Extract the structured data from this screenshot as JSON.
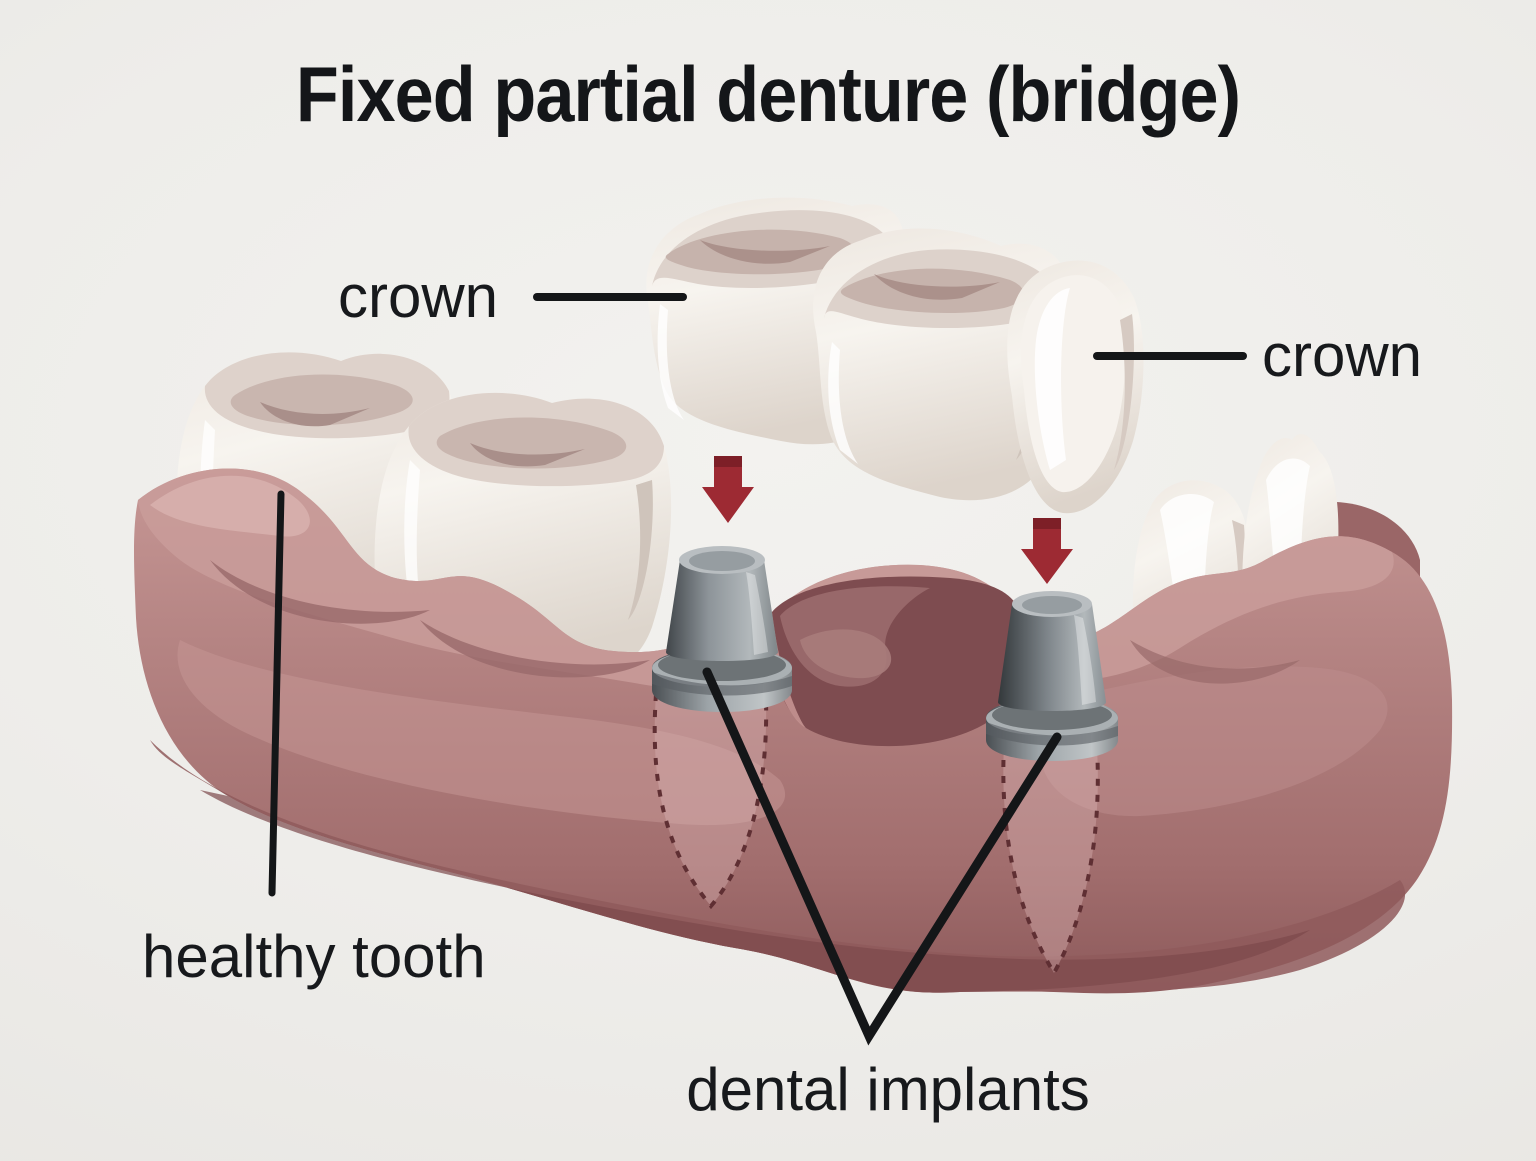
{
  "title": "Fixed partial denture (bridge)",
  "labels": {
    "crown_left": "crown",
    "crown_right": "crown",
    "healthy_tooth": "healthy tooth",
    "dental_implants": "dental implants"
  },
  "figure": {
    "type": "dental illustration",
    "elements": [
      "bridge of three crowns",
      "two healthy molars",
      "two incisors",
      "two dental implant abutments",
      "gum ridge",
      "two red placement arrows",
      "dotted implant root outlines"
    ]
  },
  "colors": {
    "background": "#eeedea",
    "text": "#17191c",
    "arrow_red": "#9d2a33",
    "arrow_red_dark": "#7d1f27",
    "gum_light": "#cba09e",
    "gum_mid": "#b28180",
    "gum_dark": "#94605f",
    "gum_deep": "#7e4c50",
    "tooth_white": "#f6f3ee",
    "tooth_shade": "#d9cfc7",
    "tooth_groove": "#b3a09a",
    "implant_light": "#c6cacc",
    "implant_mid": "#8d9499",
    "implant_dark": "#41464a",
    "leader_line": "#141618"
  }
}
